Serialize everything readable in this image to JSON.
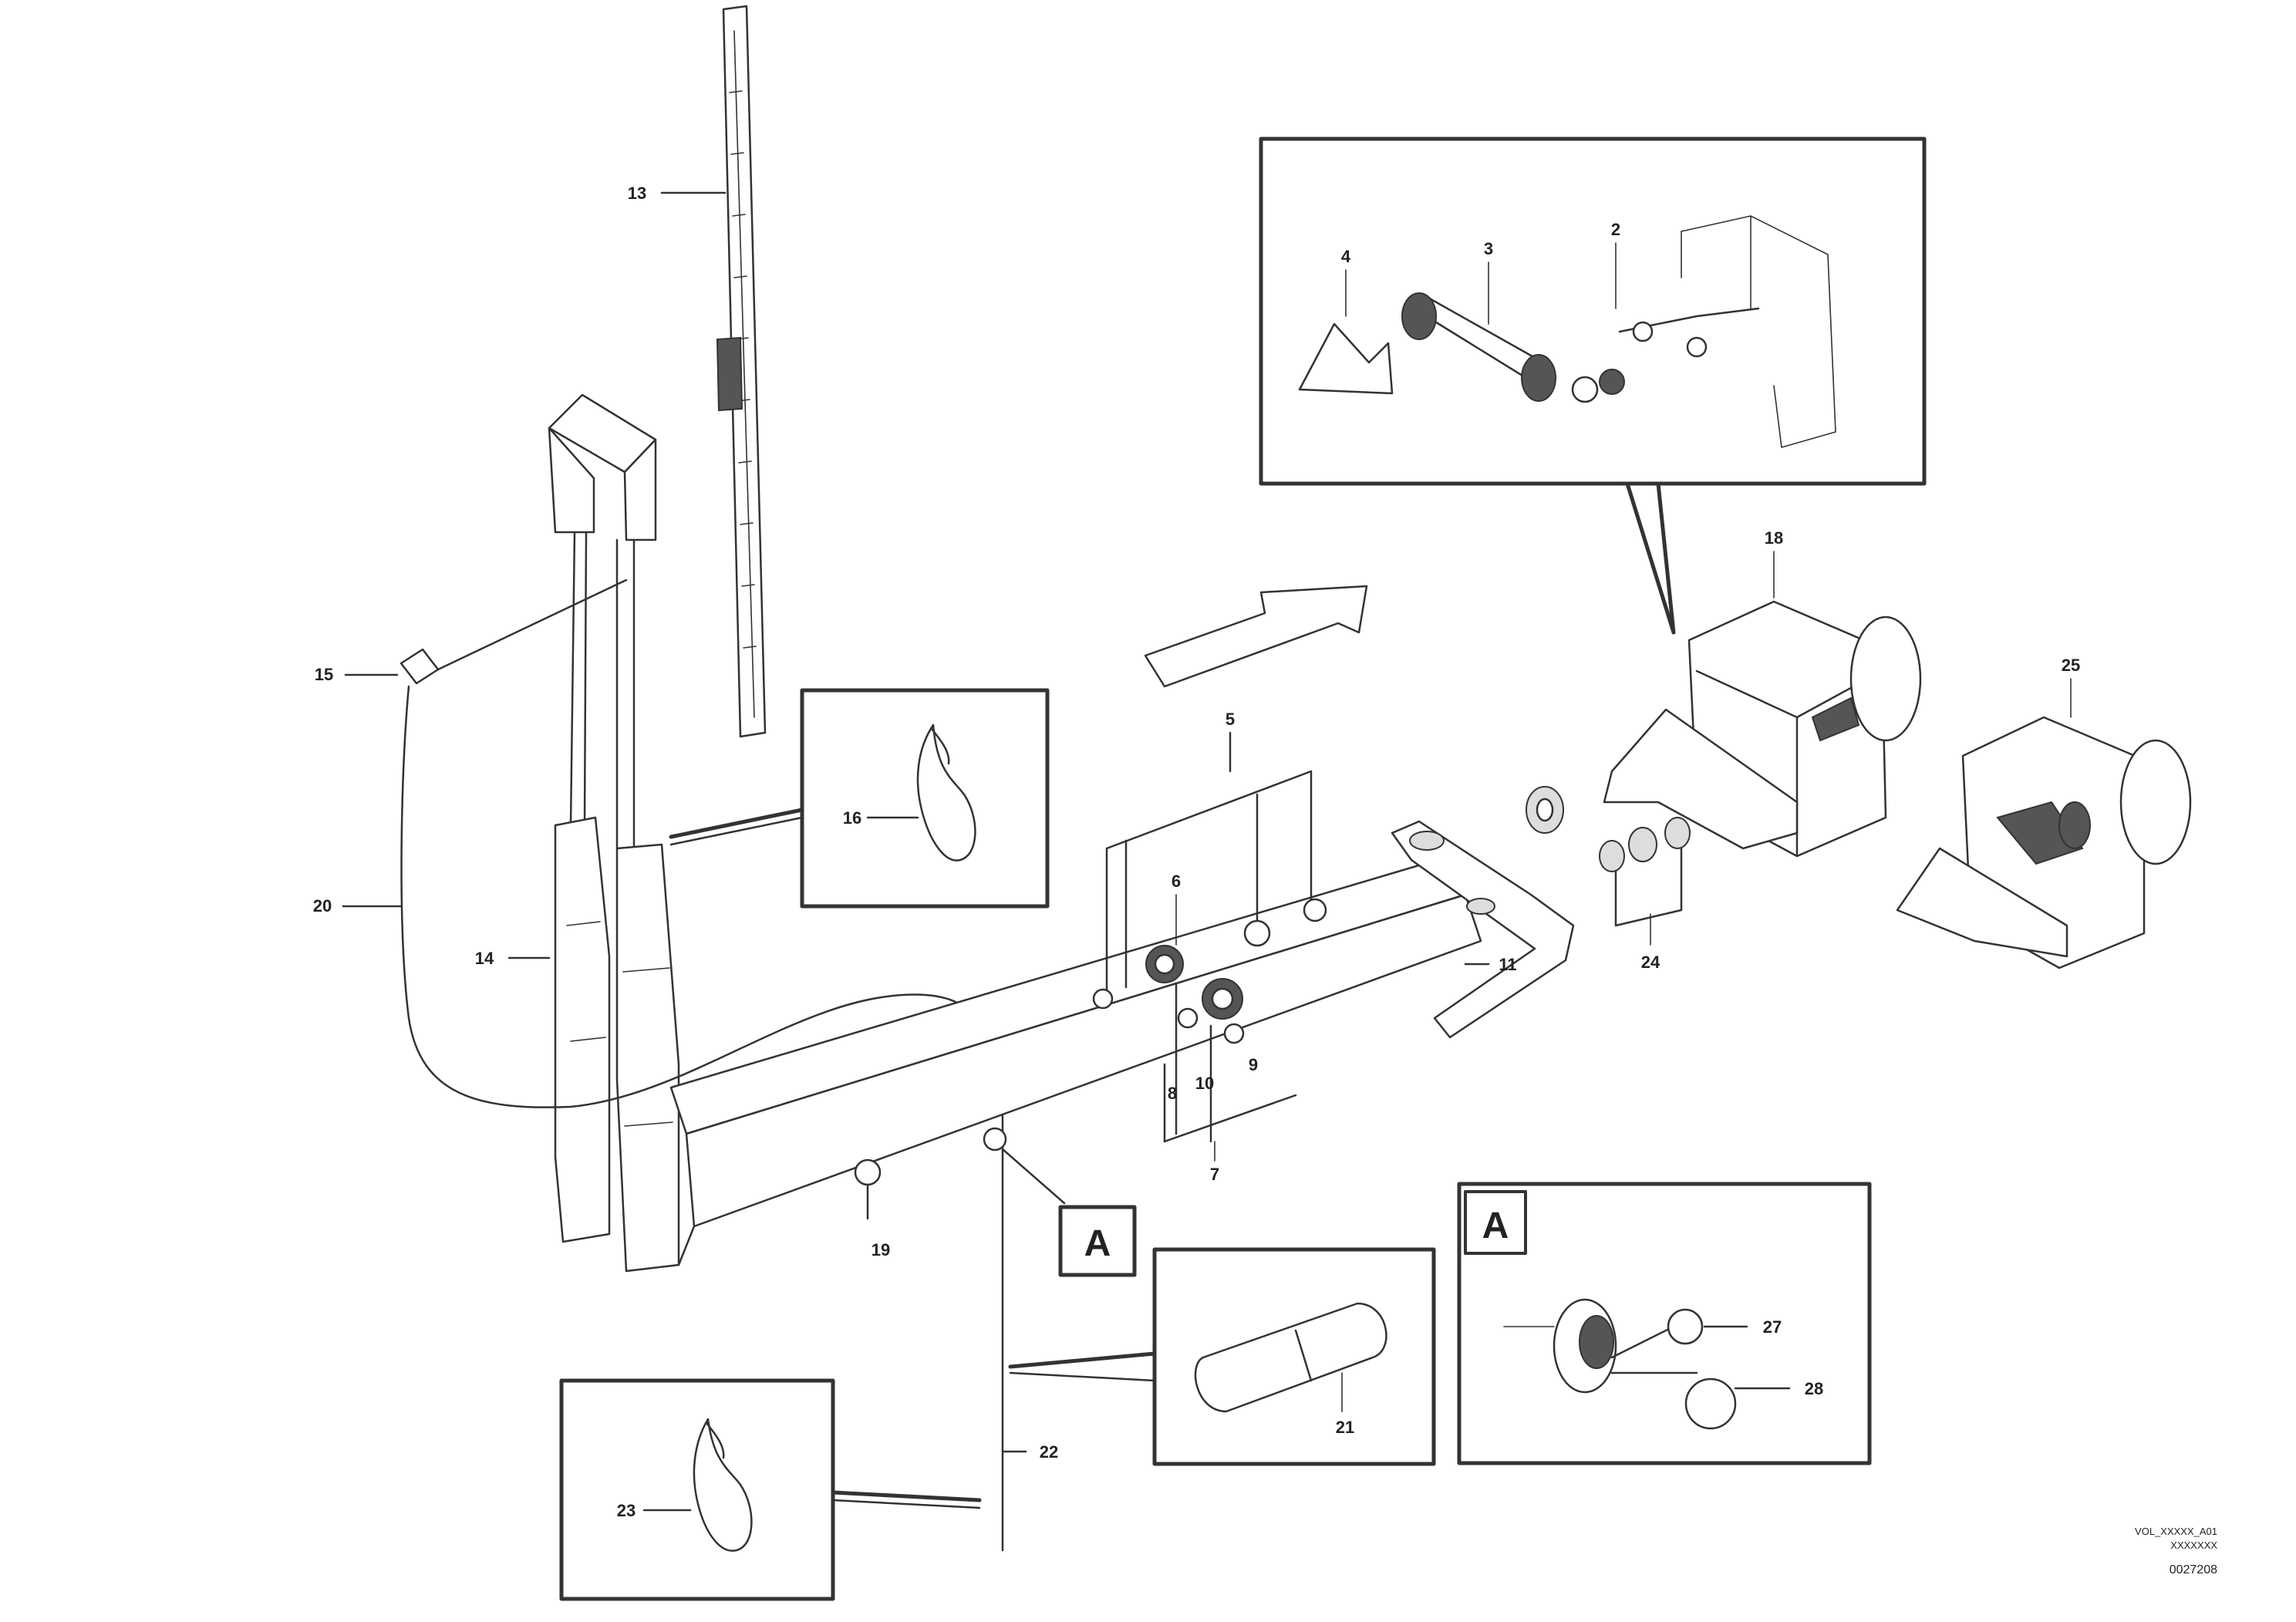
{
  "diagram": {
    "labels": {
      "wiper_blade": "13",
      "clip_top": "15",
      "hose_left": "20",
      "motor": "14",
      "cable_tie_inset": "16",
      "screws_group": "5",
      "washer_a": "6",
      "nut_a": "10",
      "washer_b": "9",
      "washer_c": "9",
      "bolt_a": "8",
      "bracket": "7",
      "linkage": "11",
      "bolts_group": "24",
      "motor_unit": "18",
      "motor_unit_alt": "25",
      "clamp": "19",
      "hose_lower": "22",
      "cable_tie_lower": "23",
      "fuse": "21",
      "detail_a_top": "27",
      "detail_a_bottom": "28",
      "inset_item_4": "4",
      "inset_item_3": "3",
      "inset_item_2": "2"
    },
    "detail_marker": "A",
    "detail_box_letter": "A",
    "reference_lines": [
      "VOL_XXXXX_A01",
      "XXXXXXX",
      "0027208"
    ]
  }
}
